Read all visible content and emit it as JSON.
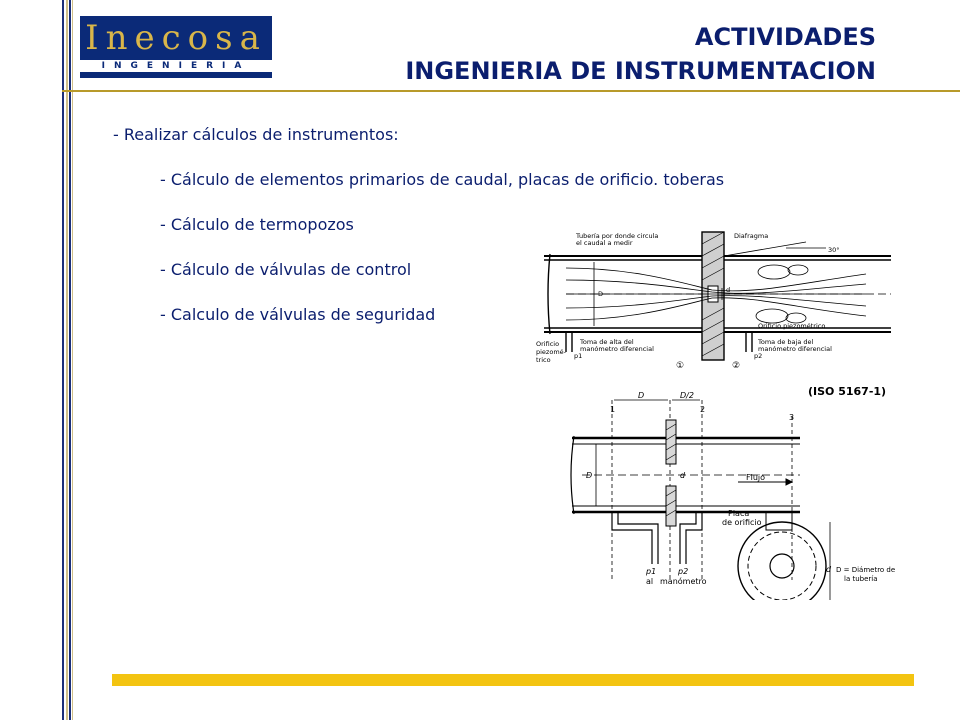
{
  "logo": {
    "name": "Inecosa",
    "subtitle": "INGENIERIA"
  },
  "header": {
    "title_line1": "ACTIVIDADES",
    "title_line2": "INGENIERIA DE INSTRUMENTACION"
  },
  "content": {
    "main_item": "- Realizar cálculos de instrumentos:",
    "sub_items": [
      "- Cálculo de elementos primarios de caudal, placas de orificio. toberas",
      "- Cálculo de termopozos",
      "- Cálculo de válvulas de control",
      "- Calculo de válvulas de seguridad"
    ]
  },
  "figure_top": {
    "label_pipe": "Tubería por donde circula el caudal a medir",
    "label_pipe_l1": "Tubería por donde circula",
    "label_pipe_l2": "el caudal a medir",
    "label_diafragma": "Diafragma",
    "label_angle": "30°",
    "label_D": "D",
    "label_d": "d",
    "label_orificio_piezo": "Orificio piezométrico",
    "label_alta_l1": "Toma de alta del",
    "label_alta_l2": "manómetro diferencial",
    "label_baja_l1": "Toma de baja del",
    "label_baja_l2": "manómetro diferencial",
    "label_left_l1": "Orificio",
    "label_left_l2": "piezomé-",
    "label_left_l3": "trico",
    "label_p1": "p1",
    "label_p2": "p2",
    "label_1": "①",
    "label_2": "②"
  },
  "figure_bottom": {
    "iso": "(ISO 5167-1)",
    "label_D": "D",
    "label_D2": "D/2",
    "label_1": "1",
    "label_2": "2",
    "label_3": "3",
    "label_flujo": "Flujo",
    "label_d": "d",
    "label_placa_l1": "Placa",
    "label_placa_l2": "de orificio",
    "label_p1": "p1",
    "label_p2": "p2",
    "label_manometro_a": "al",
    "label_manometro_b": "manómetro",
    "label_diam_l1": "D = Diámetro de",
    "label_diam_l2": "la tubería",
    "label_dd": "d"
  }
}
